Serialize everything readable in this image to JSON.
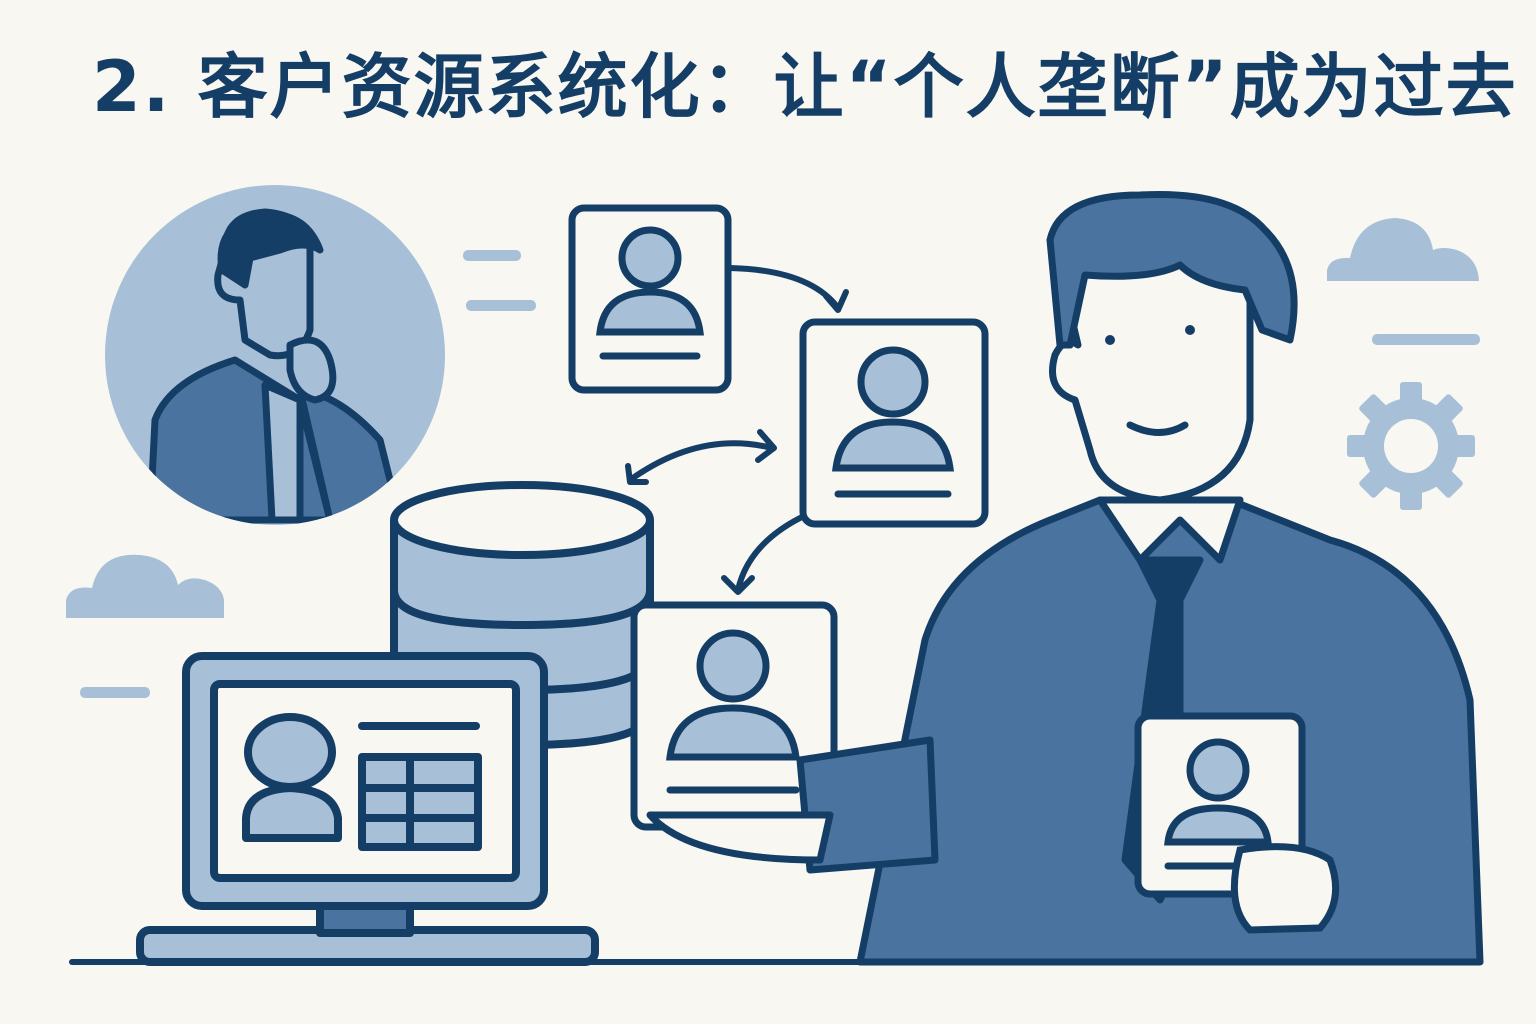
{
  "title": "2. 客户资源系统化：让“个人垄断”成为过去",
  "colors": {
    "background": "#f8f7f2",
    "navy": "#153e66",
    "mid_blue": "#4a73a0",
    "light_blue": "#a7c0d8",
    "pale": "#f8f7f2"
  },
  "illustration": {
    "elements": [
      "thinking-man-circle",
      "database-cylinder",
      "computer-monitor-with-profile",
      "contact-card-1",
      "contact-card-2",
      "contact-card-3",
      "contact-card-held",
      "businessman",
      "cloud-left",
      "cloud-right",
      "gear-icon",
      "sync-arrows"
    ]
  }
}
